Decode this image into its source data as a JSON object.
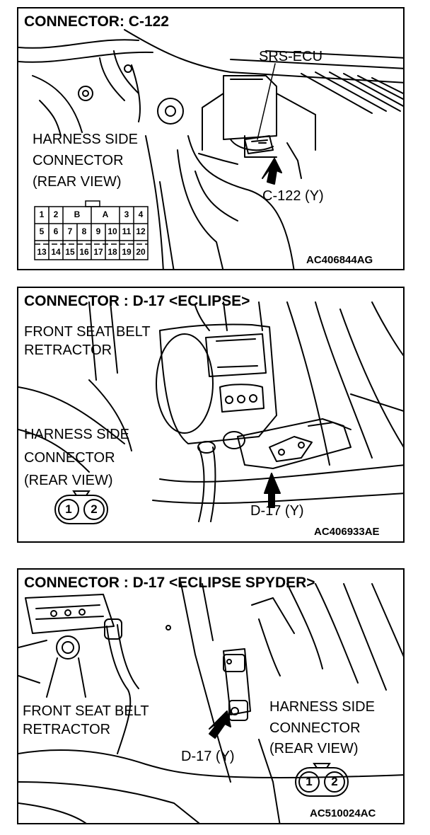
{
  "panels": [
    {
      "title": "CONNECTOR: C-122",
      "component": "SRS-ECU",
      "harness": [
        "HARNESS SIDE",
        "CONNECTOR",
        "(REAR VIEW)"
      ],
      "callout": "C-122 (Y)",
      "code": "AC406844AG",
      "pins_top": [
        "1",
        "2",
        "B",
        "A",
        "3",
        "4"
      ],
      "pins_mid": [
        "5",
        "6",
        "7",
        "8",
        "9",
        "10",
        "11",
        "12"
      ],
      "pins_bot": [
        "13",
        "14",
        "15",
        "16",
        "17",
        "18",
        "19",
        "20"
      ]
    },
    {
      "title": "CONNECTOR : D-17 <ECLIPSE>",
      "component": [
        "FRONT SEAT BELT",
        "RETRACTOR"
      ],
      "harness": [
        "HARNESS SIDE",
        "CONNECTOR",
        "(REAR VIEW)"
      ],
      "callout": "D-17 (Y)",
      "code": "AC406933AE",
      "pins": [
        "1",
        "2"
      ]
    },
    {
      "title": "CONNECTOR : D-17 <ECLIPSE SPYDER>",
      "component": [
        "FRONT SEAT BELT",
        "RETRACTOR"
      ],
      "harness": [
        "HARNESS SIDE",
        "CONNECTOR",
        "(REAR VIEW)"
      ],
      "callout": "D-17 (Y)",
      "code": "AC510024AC",
      "pins": [
        "1",
        "2"
      ]
    }
  ]
}
